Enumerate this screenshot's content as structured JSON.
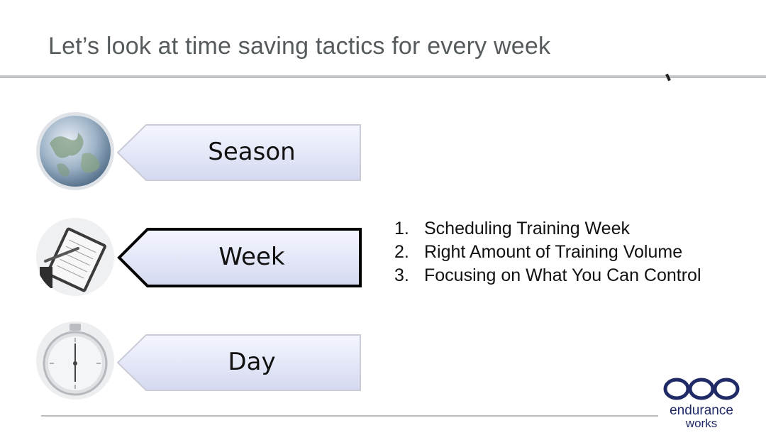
{
  "slide": {
    "title": "Let’s look at time saving tactics for every week"
  },
  "rows": [
    {
      "label": "Season",
      "icon": "globe-icon",
      "active": false
    },
    {
      "label": "Week",
      "icon": "planner-notebook-icon",
      "active": true
    },
    {
      "label": "Day",
      "icon": "stopwatch-icon",
      "active": false
    }
  ],
  "tactics": [
    {
      "num": "1.",
      "text": "Scheduling Training Week"
    },
    {
      "num": "2.",
      "text": "Right Amount of Training Volume"
    },
    {
      "num": "3.",
      "text": "Focusing on What You Can Control"
    }
  ],
  "logo": {
    "line1": "endurance",
    "line2": "works"
  },
  "colors": {
    "arrow_fill_top": "#f4f6ff",
    "arrow_fill_bottom": "#d5d9f0",
    "active_border": "#000000",
    "logo": "#1f2a66",
    "title": "#555a5d"
  }
}
